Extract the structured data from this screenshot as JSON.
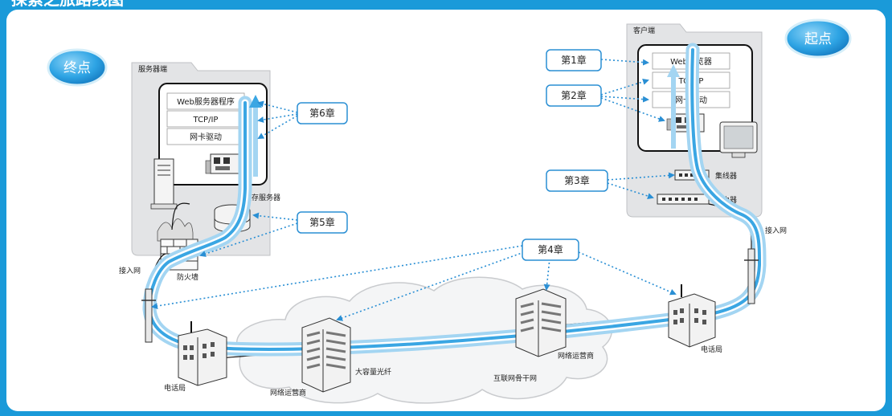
{
  "title": "探索之旅路线图",
  "badges": {
    "end": "终点",
    "start": "起点"
  },
  "server": {
    "title": "服务器端",
    "stack": [
      "Web服务器程序",
      "TCP/IP",
      "网卡驱动"
    ],
    "cache": "缓存服务器",
    "firewall": "防火墙",
    "access": "接入网"
  },
  "client": {
    "title": "客户端",
    "stack": [
      "Web浏览器",
      "TCP/IP",
      "网卡驱动"
    ],
    "hub": "集线器",
    "router": "路由器",
    "access": "接入网"
  },
  "chapters": {
    "c1": "第1章",
    "c2": "第2章",
    "c3": "第3章",
    "c4": "第4章",
    "c5": "第5章",
    "c6": "第6章"
  },
  "network": {
    "phone_left": "电话局",
    "phone_right": "电话局",
    "isp_left": "网络运营商",
    "isp_right": "网络运营商",
    "fiber": "大容量光纤",
    "backbone": "互联网骨干网"
  },
  "colors": {
    "header": "#1a9ad9",
    "path": "#3aa6e3",
    "path_light": "#9fd3f2",
    "dots": "#2a8fd4"
  }
}
